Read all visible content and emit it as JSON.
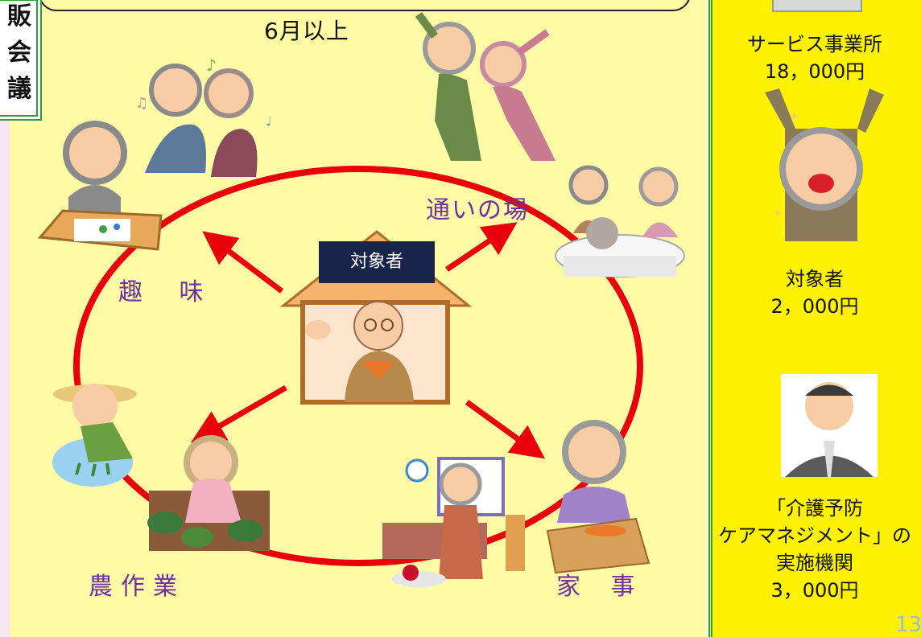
{
  "side_label": "販会議",
  "subtitle": "6月以上",
  "center": {
    "subject_tag": "対象者"
  },
  "activities": {
    "hobby": "趣 味",
    "kayoi": "通いの場",
    "farming": "農作業",
    "housework": "家 事"
  },
  "right_panel": {
    "service": {
      "name": "サービス事業所",
      "amount": "18，000円"
    },
    "subject": {
      "name": "対象者",
      "amount": "2，000円"
    },
    "care": {
      "line1": "「介護予防",
      "line2": "ケアマネジメント」の",
      "line3": "実施機関",
      "amount": "3，000円"
    }
  },
  "page_number": "13",
  "colors": {
    "main_bg": "#fffaa6",
    "right_bg": "#fff200",
    "accent": "#e8000b",
    "label": "#7030a0",
    "tag": "#18244a",
    "border": "#2e9b3c"
  }
}
